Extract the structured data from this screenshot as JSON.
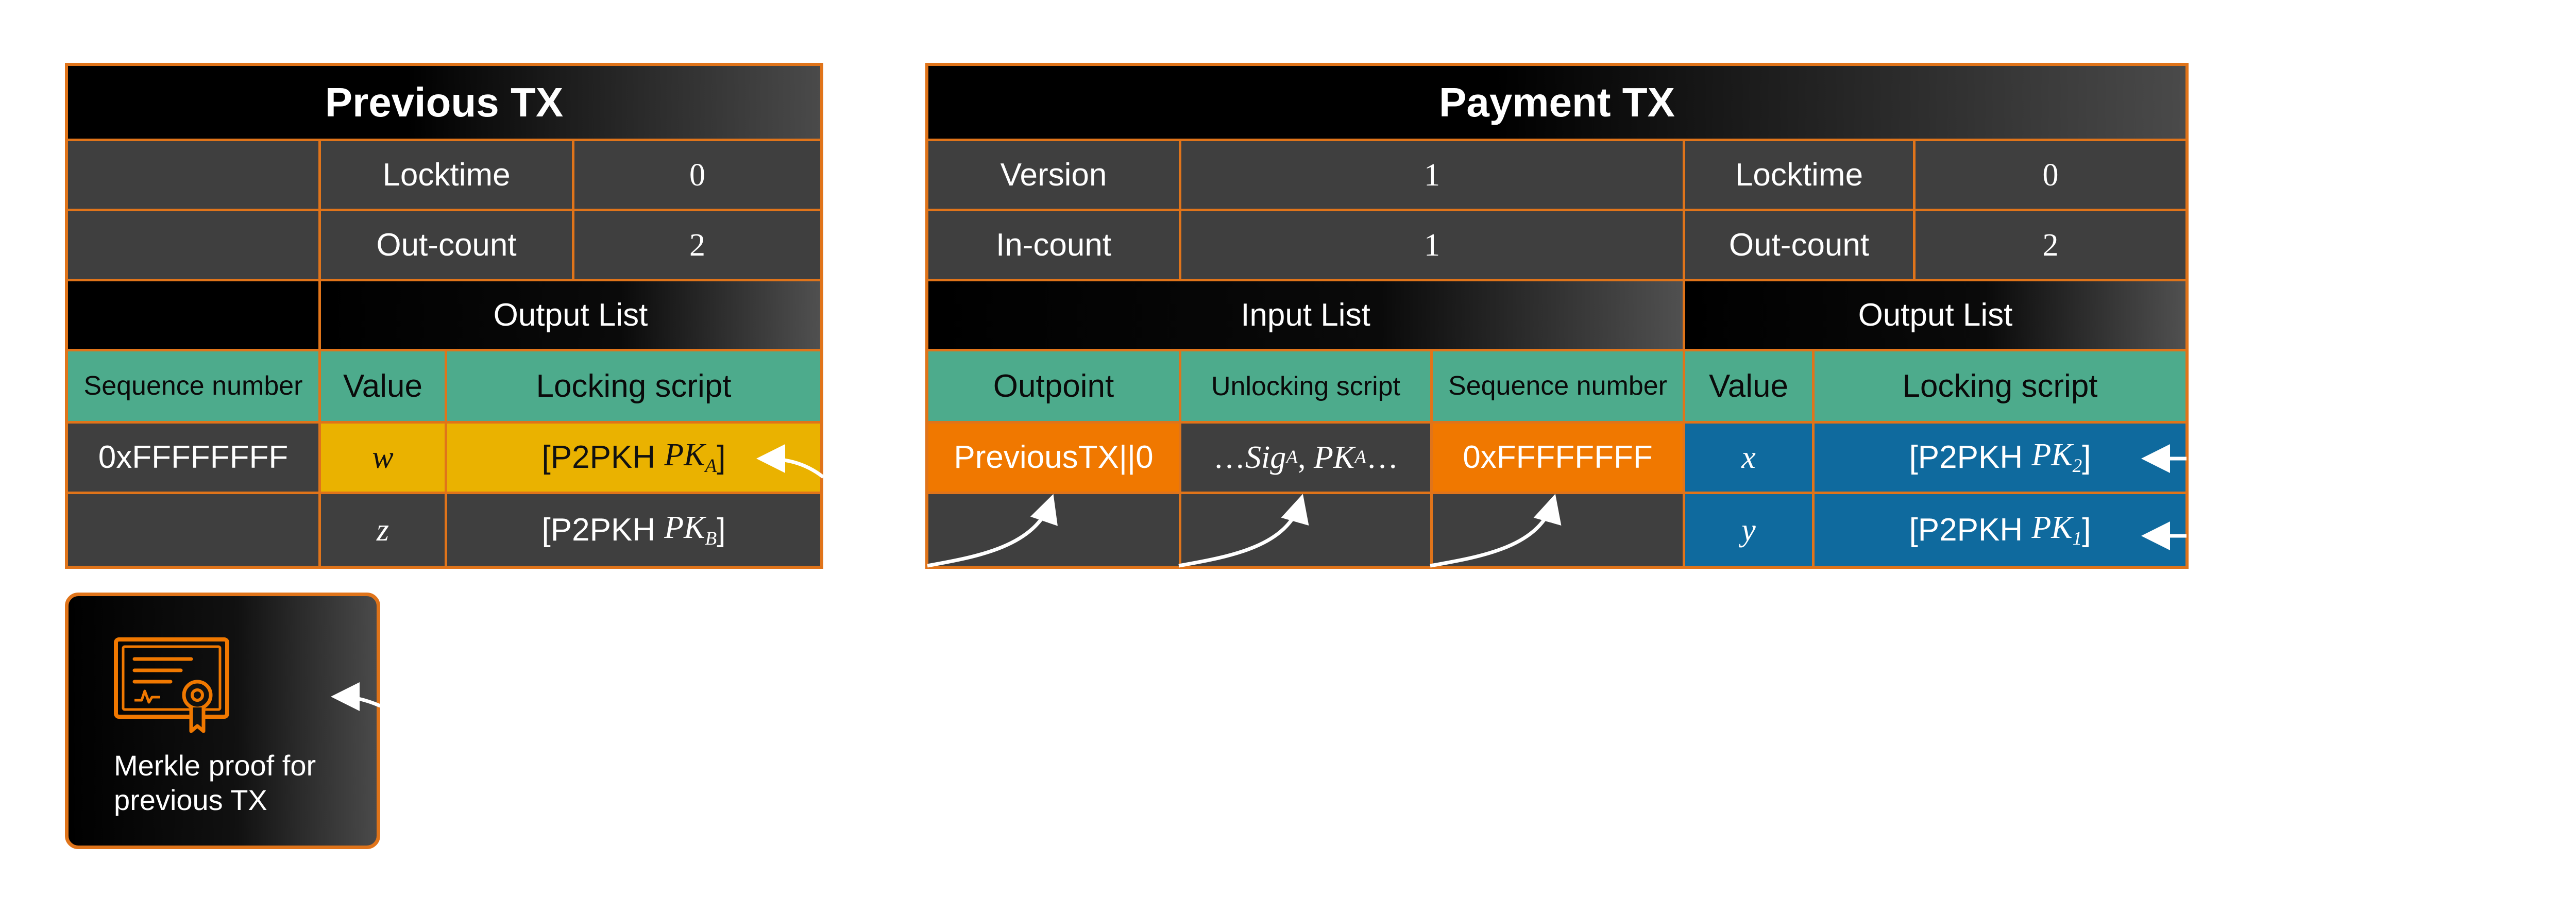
{
  "previous_tx": {
    "title": "Previous TX",
    "locktime_label": "Locktime",
    "locktime_value": "0",
    "outcount_label": "Out-count",
    "outcount_value": "2",
    "output_list_label": "Output List",
    "sequence_header": "Sequence number",
    "value_header": "Value",
    "locking_header": "Locking script",
    "sequence_value": "0xFFFFFFFF",
    "outputs": [
      {
        "value": "w",
        "script_prefix": "[P2PKH",
        "script_key": "PK",
        "script_sub": "A",
        "script_suffix": "]"
      },
      {
        "value": "z",
        "script_prefix": "[P2PKH",
        "script_key": "PK",
        "script_sub": "B",
        "script_suffix": "]"
      }
    ]
  },
  "payment_tx": {
    "title": "Payment TX",
    "version_label": "Version",
    "version_value": "1",
    "locktime_label": "Locktime",
    "locktime_value": "0",
    "incount_label": "In-count",
    "incount_value": "1",
    "outcount_label": "Out-count",
    "outcount_value": "2",
    "input_list_label": "Input List",
    "output_list_label": "Output List",
    "outpoint_header": "Outpoint",
    "unlocking_header": "Unlocking script",
    "sequence_header": "Sequence number",
    "value_header": "Value",
    "locking_header": "Locking script",
    "outpoint_value": "PreviousTX||0",
    "unlocking_dots_start": "…",
    "unlocking_sig": "Sig",
    "unlocking_sig_sub": "A",
    "unlocking_sep": ", ",
    "unlocking_pk": "PK",
    "unlocking_pk_sub": "A",
    "unlocking_dots_end": "…",
    "sequence_value": "0xFFFFFFFF",
    "outputs": [
      {
        "value": "x",
        "script_prefix": "[P2PKH",
        "script_key": "PK",
        "script_sub": "2",
        "script_suffix": "]"
      },
      {
        "value": "y",
        "script_prefix": "[P2PKH",
        "script_key": "PK",
        "script_sub": "1",
        "script_suffix": "]"
      }
    ]
  },
  "merkle_proof": {
    "label": "Merkle proof for previous TX",
    "icon": "certificate-icon"
  },
  "colors": {
    "border": "#e0741a",
    "header_green": "#4dab8c",
    "highlight_yellow": "#eab200",
    "input_orange": "#f07800",
    "output_blue": "#0f6a9e",
    "cell_grey": "#3f3f3f"
  }
}
